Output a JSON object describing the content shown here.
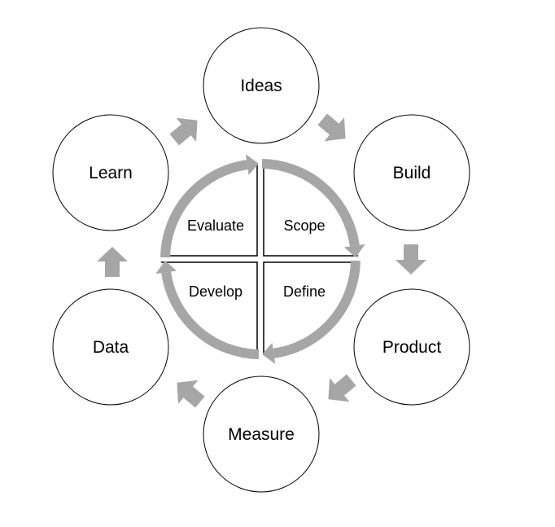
{
  "outer_cycle": [
    "Ideas",
    "Build",
    "Product",
    "Measure",
    "Data",
    "Learn"
  ],
  "inner_quadrants": {
    "top_left": "Evaluate",
    "top_right": "Scope",
    "bottom_right": "Define",
    "bottom_left": "Develop"
  },
  "colors": {
    "arrow": "#a6a6a6",
    "outline": "#000000"
  }
}
